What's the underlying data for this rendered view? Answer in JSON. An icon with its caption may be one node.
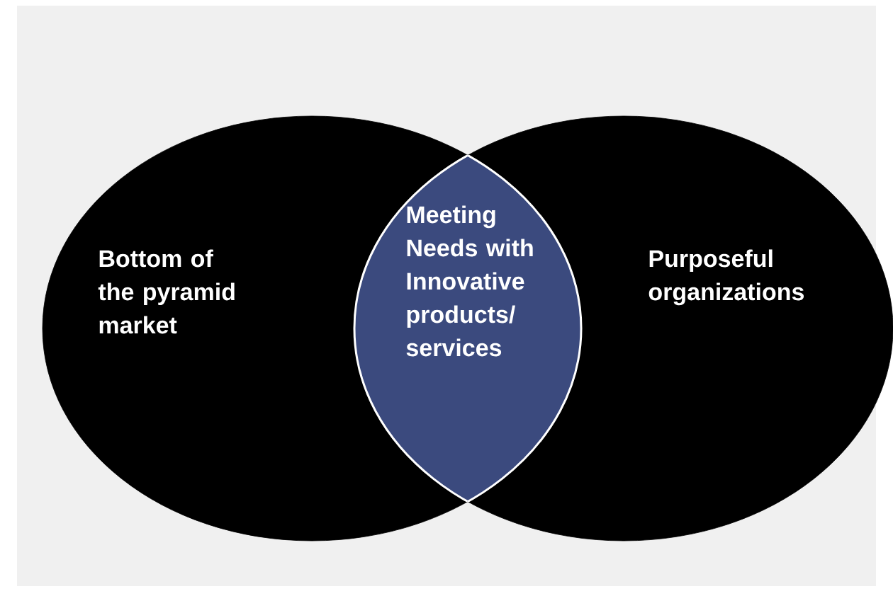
{
  "diagram": {
    "nodes": [
      {
        "text": [
          "Bottom of the pyramid market"
        ]
      },
      {
        "text": [
          "Purposeful organizations"
        ]
      },
      {
        "text": [
          "Meeting Needs with Innovative products/ services"
        ]
      }
    ]
  }
}
